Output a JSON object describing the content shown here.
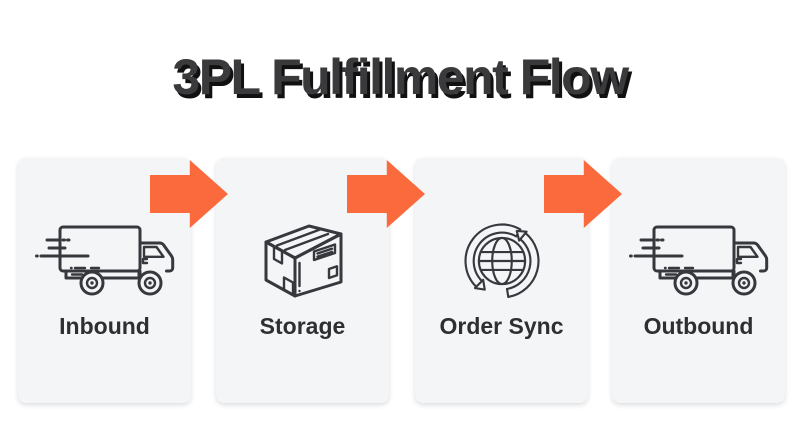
{
  "title": "3PL Fulfillment Flow",
  "steps": [
    {
      "label": "Inbound",
      "icon": "fast-truck-icon"
    },
    {
      "label": "Storage",
      "icon": "package-box-icon"
    },
    {
      "label": "Order Sync",
      "icon": "globe-sync-icon"
    },
    {
      "label": "Outbound",
      "icon": "fast-truck-icon"
    }
  ],
  "colors": {
    "background": "#FFFFFF",
    "card_bg": "#F4F5F7",
    "arrow_orange": "#FA6A3C",
    "title_text": "#3A3A3C",
    "title_shadow": "#111111",
    "label_text": "#2E2F31",
    "icon_stroke": "#36383D"
  }
}
